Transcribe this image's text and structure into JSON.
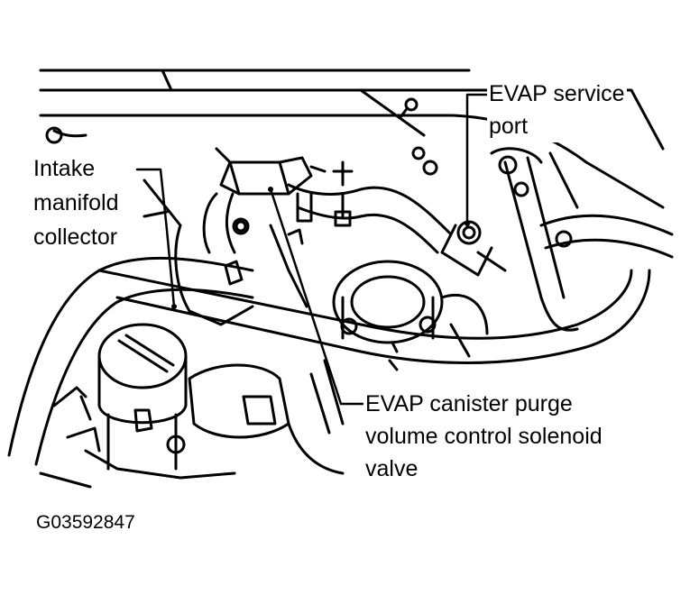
{
  "labels": {
    "evap_service_port": [
      "EVAP service",
      "port"
    ],
    "intake_manifold_collector": [
      "Intake",
      "manifold",
      "collector"
    ],
    "evap_canister_purge": [
      "EVAP canister purge",
      "volume control solenoid",
      "valve"
    ]
  },
  "figure_code": "G03592847"
}
